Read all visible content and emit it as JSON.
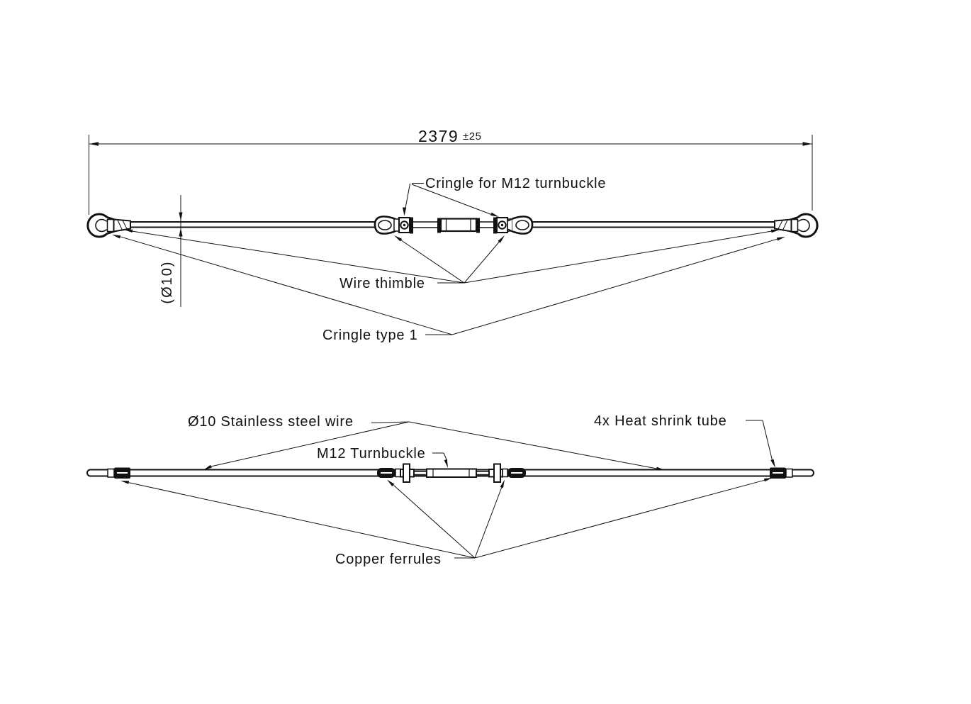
{
  "page": {
    "background": "#ffffff",
    "ink": "#111111"
  },
  "top_view": {
    "dimension": {
      "value": "2379",
      "tolerance": "±25"
    },
    "diameter_label": "(Ø10)",
    "labels": {
      "cringle_m12": "Cringle for M12 turnbuckle",
      "wire_thimble": "Wire thimble",
      "cringle_type1": "Cringle type 1"
    }
  },
  "bottom_view": {
    "labels": {
      "stainless_wire": "Ø10 Stainless steel wire",
      "m12_turnbuckle": "M12 Turnbuckle",
      "heat_shrink": "4x Heat shrink tube",
      "copper_ferrules": "Copper ferrules"
    }
  }
}
